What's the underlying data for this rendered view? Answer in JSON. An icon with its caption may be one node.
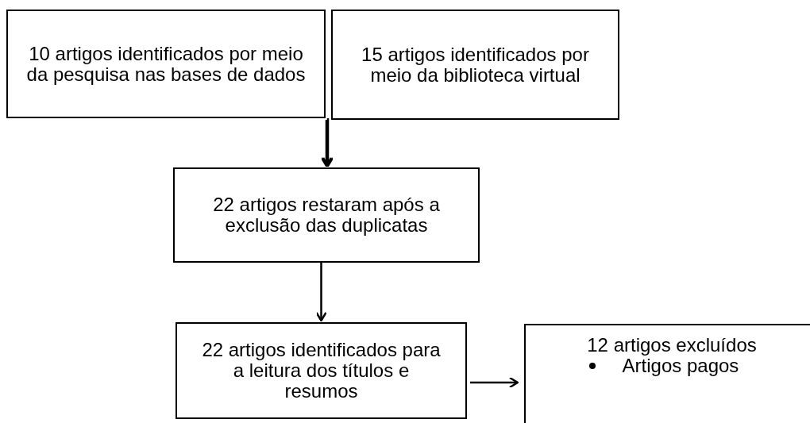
{
  "diagram": {
    "nodes": [
      {
        "text": [
          "10 artigos identificados por meio da pesquisa nas bases de dados"
        ]
      },
      {
        "text": [
          "15 artigos identificados por meio da biblioteca virtual"
        ]
      },
      {
        "text": [
          "22 artigos restaram após a exclusão das duplicatas"
        ]
      },
      {
        "text": [
          "22 artigos identificados para a leitura dos títulos e resumos"
        ]
      },
      {
        "text": [
          "12 artigos excluídos",
          "Artigos pagos"
        ]
      }
    ],
    "edges": [
      {
        "from": 0,
        "to": 2,
        "arrow": "to"
      },
      {
        "from": 1,
        "to": 2,
        "arrow": "to"
      },
      {
        "from": 2,
        "to": 3,
        "arrow": "to"
      },
      {
        "from": 3,
        "to": 4,
        "arrow": "to"
      }
    ]
  }
}
